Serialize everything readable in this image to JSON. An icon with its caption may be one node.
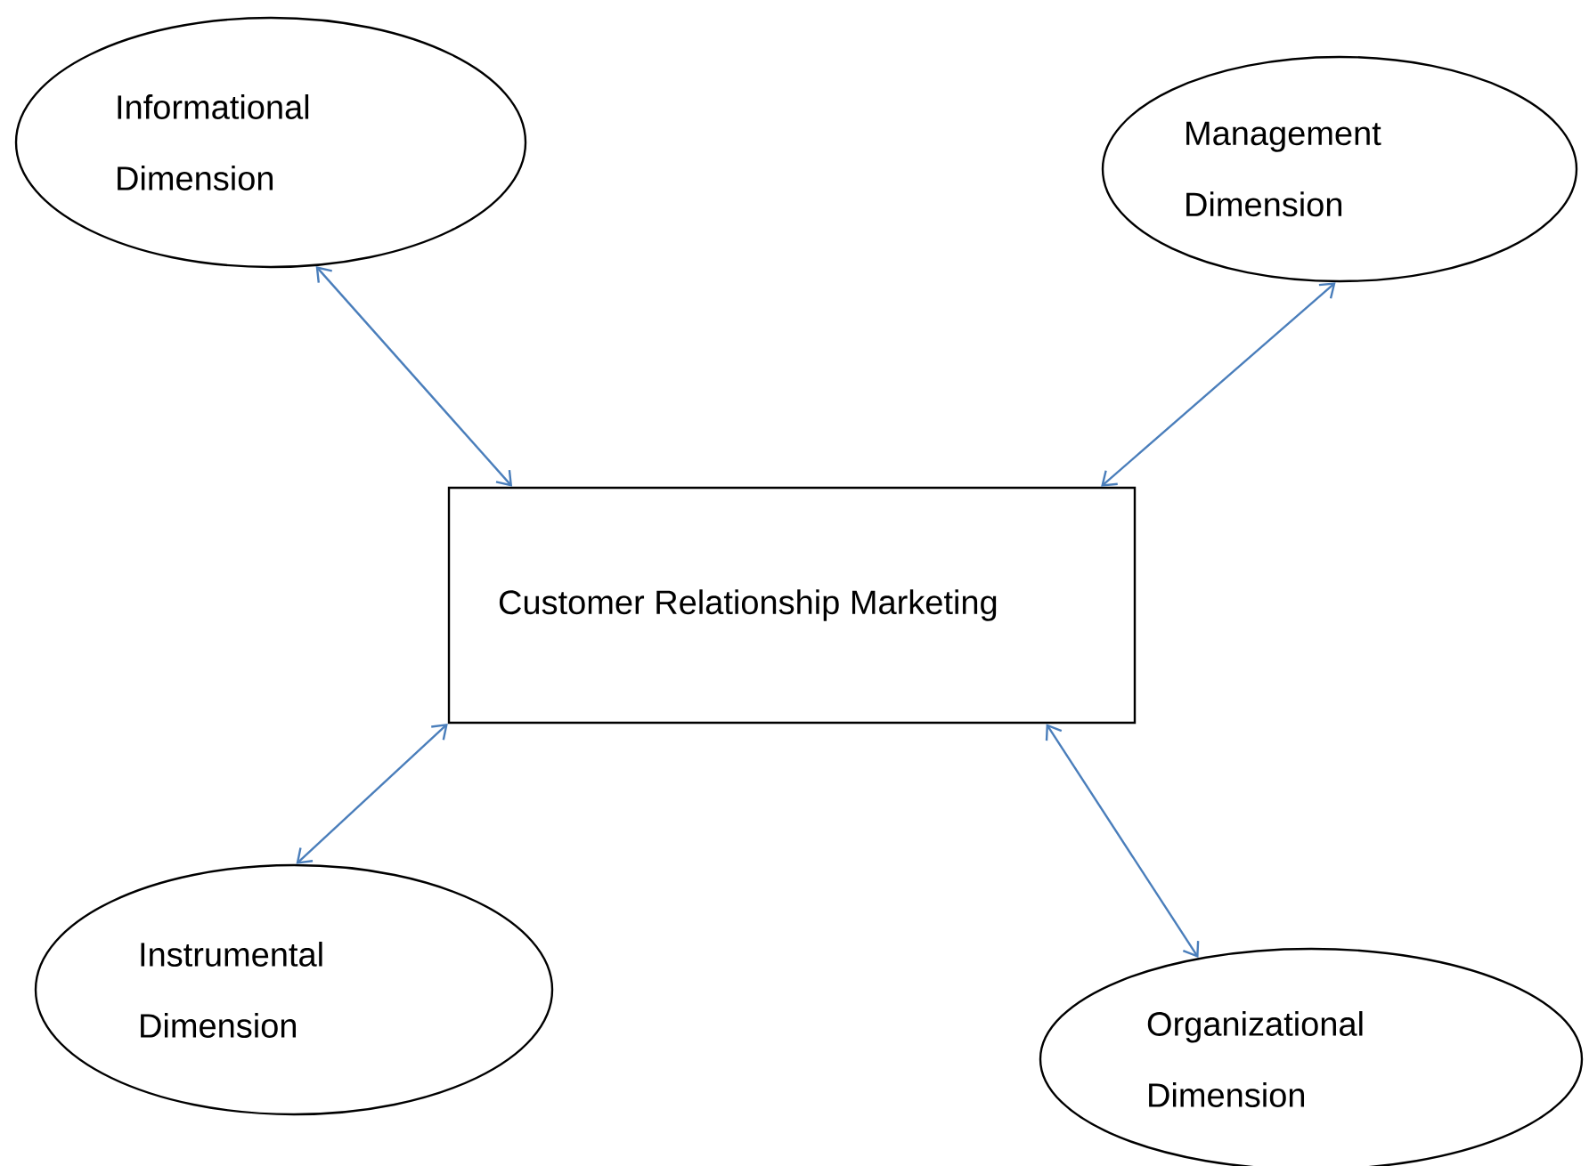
{
  "diagram": {
    "nodes": [
      {
        "text": [
          "Informational Dimension"
        ]
      },
      {
        "text": [
          "Management Dimension"
        ]
      },
      {
        "text": [
          "Customer Relationship Marketing"
        ]
      },
      {
        "text": [
          "Instrumental Dimension"
        ]
      },
      {
        "text": [
          "Organizational Dimension"
        ]
      }
    ],
    "edges": [
      {
        "from": 2,
        "to": 0,
        "arrow": "both",
        "color": "#4a7ebb"
      },
      {
        "from": 2,
        "to": 1,
        "arrow": "both",
        "color": "#4a7ebb"
      },
      {
        "from": 2,
        "to": 3,
        "arrow": "both",
        "color": "#4a7ebb"
      },
      {
        "from": 2,
        "to": 4,
        "arrow": "both",
        "color": "#4a7ebb"
      }
    ]
  }
}
